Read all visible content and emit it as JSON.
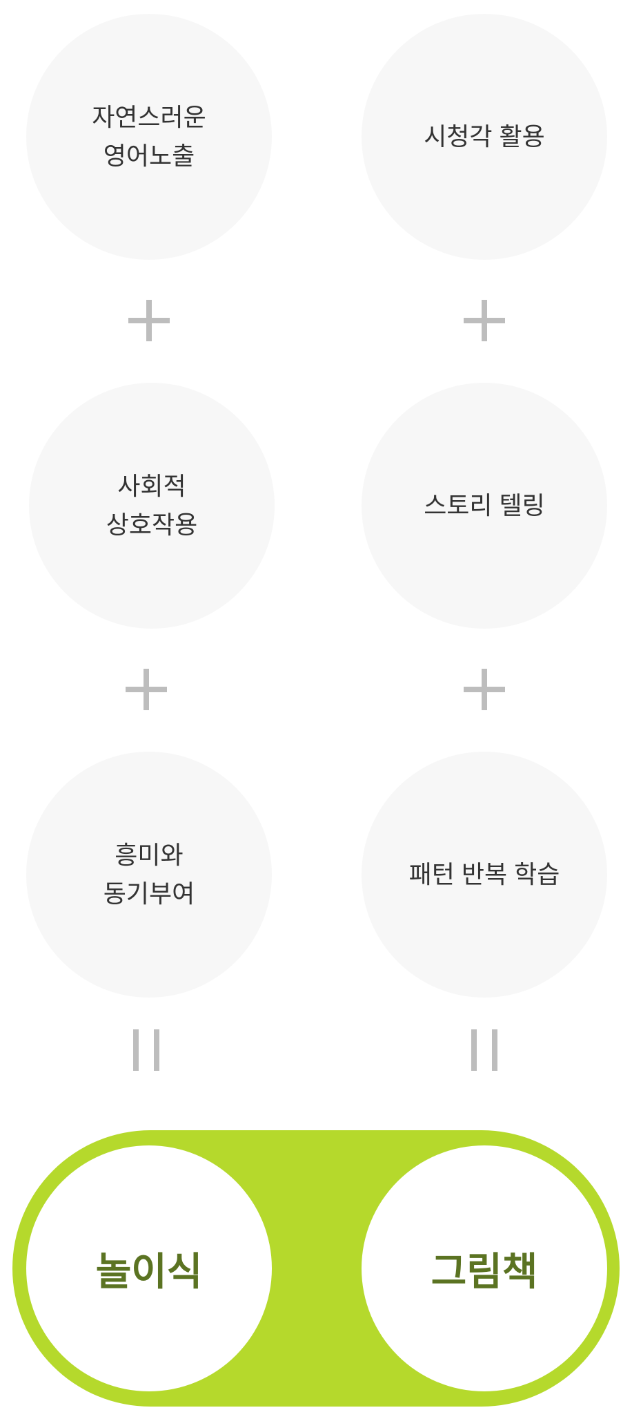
{
  "factors": {
    "left": [
      {
        "label": "자연스러운\n영어노출"
      },
      {
        "label": "사회적\n상호작용"
      },
      {
        "label": "흥미와\n동기부여"
      }
    ],
    "right": [
      {
        "label": "시청각 활용"
      },
      {
        "label": "스토리 텔링"
      },
      {
        "label": "패턴 반복 학습"
      }
    ]
  },
  "results": {
    "left": "놀이식",
    "right": "그림책"
  },
  "colors": {
    "accent": "#b5d92c",
    "result_text": "#5b7322",
    "circle_bg": "#f7f7f7",
    "symbol": "#bdbdbd"
  }
}
